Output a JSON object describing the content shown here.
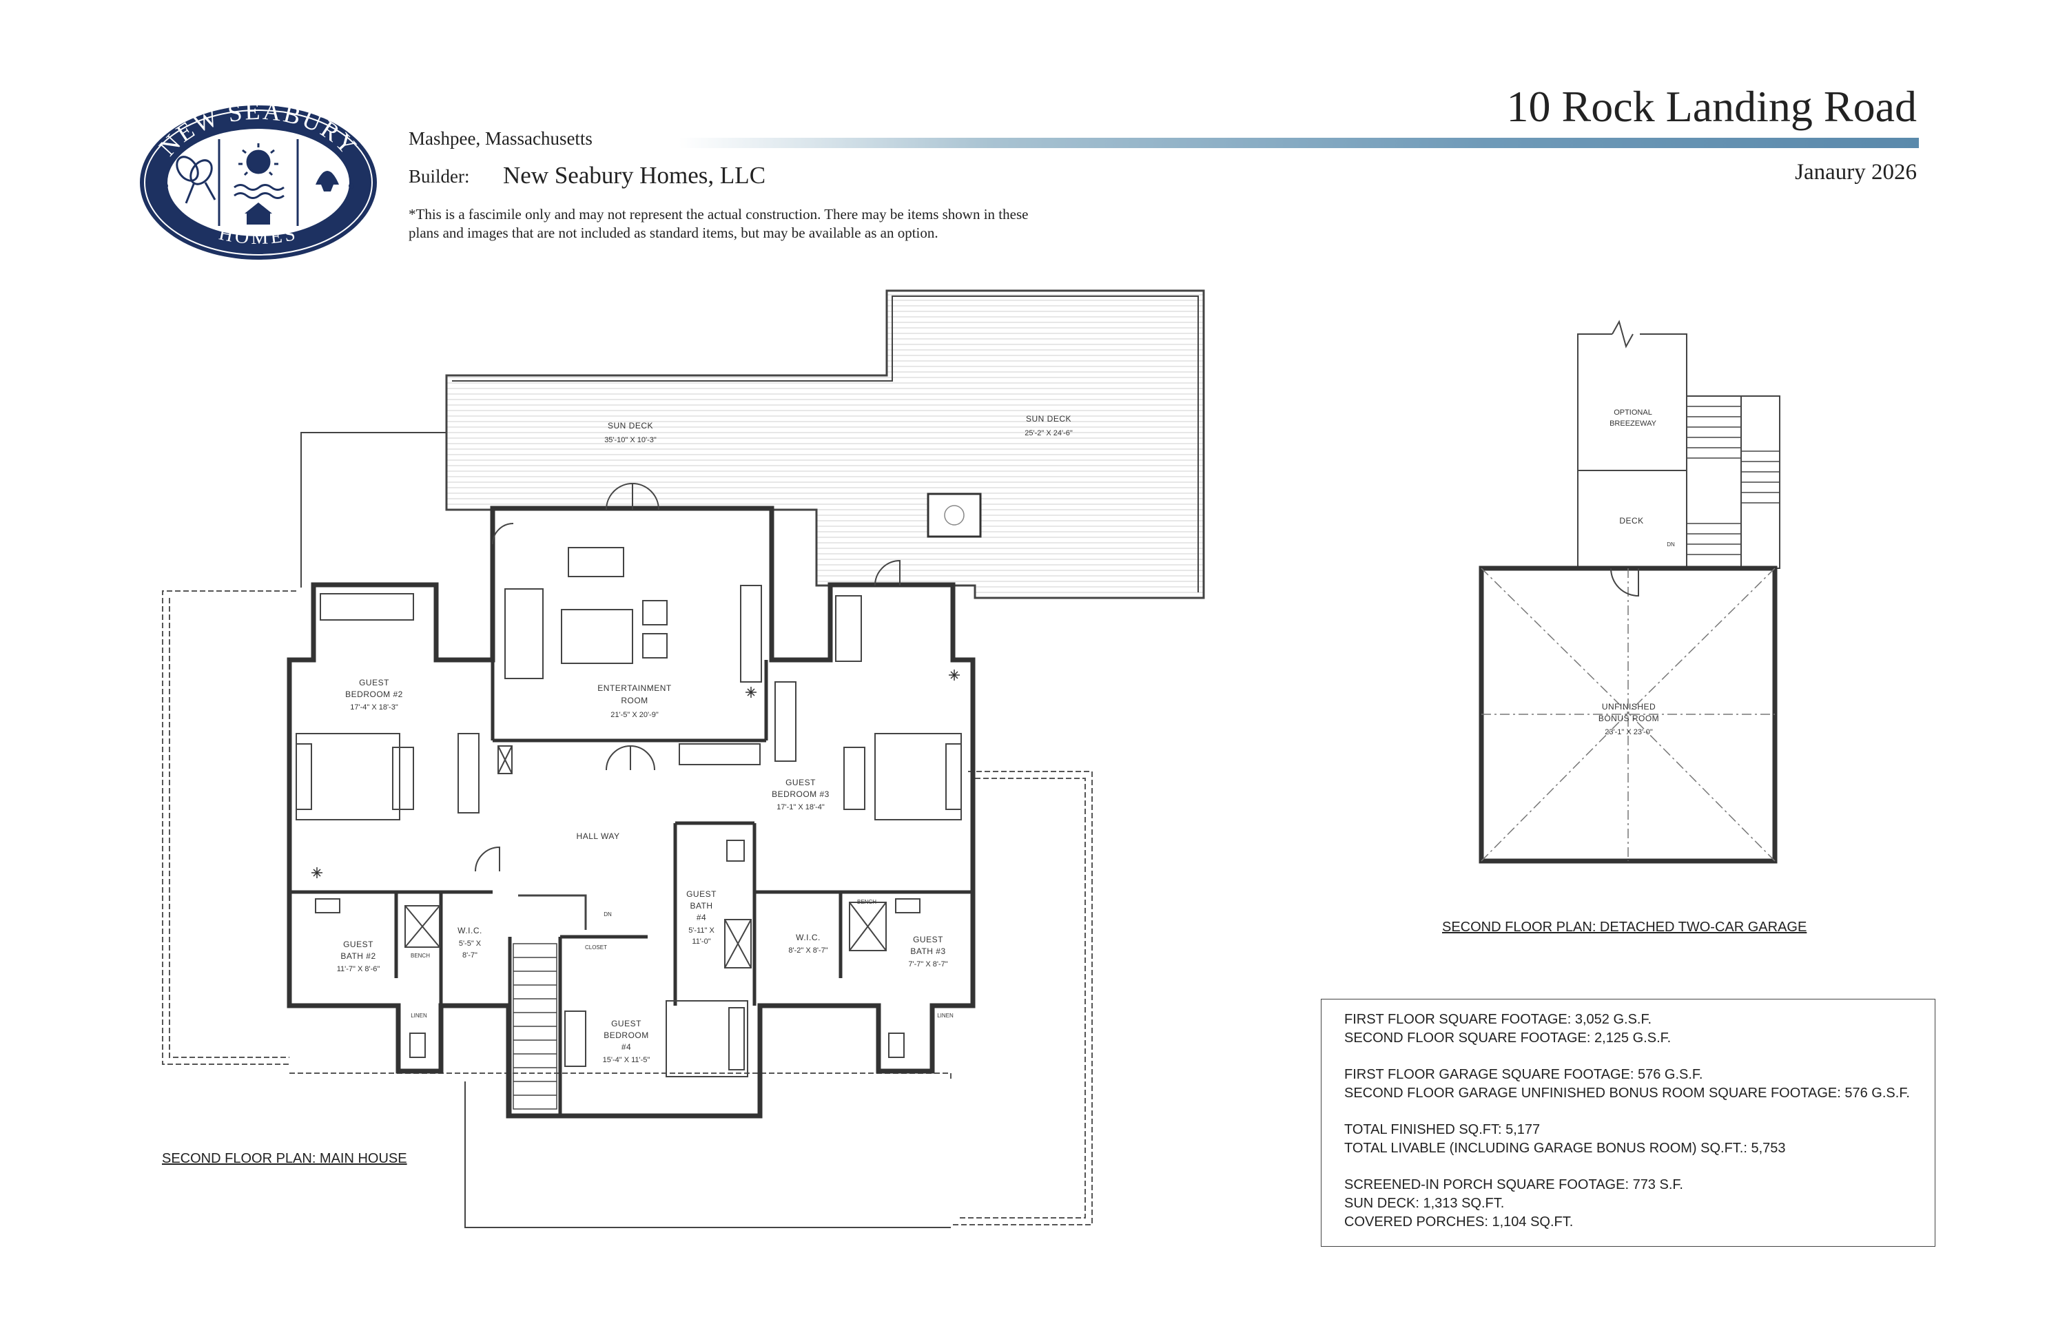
{
  "logo": {
    "top_text": "NEW SEABURY",
    "bottom_text": "HOMES",
    "colors": {
      "navy": "#1d3161",
      "white": "#ffffff"
    },
    "icons": [
      "tennis-racket-icon",
      "sun-icon",
      "waves-icon",
      "house-icon",
      "scallop-shell-icon"
    ]
  },
  "header": {
    "location": "Mashpee, Massachusetts",
    "builder_label": "Builder:",
    "builder_name": "New Seabury Homes, LLC",
    "disclaimer": "*This is a fascimile only and may not represent the actual construction. There may be items shown in these plans and images that are not included as standard items, but may be available as an option.",
    "address": "10 Rock Landing Road",
    "date": "Janaury 2026",
    "accent_color": "#6f9ab8"
  },
  "main_plan": {
    "caption": "SECOND FLOOR PLAN: MAIN HOUSE",
    "rooms": {
      "sun_deck_left": {
        "name": "SUN DECK",
        "dims": "35'-10\" X 10'-3\""
      },
      "sun_deck_right": {
        "name": "SUN DECK",
        "dims": "25'-2\" X 24'-6\""
      },
      "entertainment": {
        "name1": "ENTERTAINMENT",
        "name2": "ROOM",
        "dims": "21'-5\" X 20'-9\""
      },
      "bedroom2": {
        "name1": "GUEST",
        "name2": "BEDROOM #2",
        "dims": "17'-4\" X 18'-3\""
      },
      "bedroom3": {
        "name1": "GUEST",
        "name2": "BEDROOM #3",
        "dims": "17'-1\" X 18'-4\""
      },
      "bedroom4": {
        "name1": "GUEST",
        "name2": "BEDROOM",
        "name3": "#4",
        "dims": "15'-4\" X 11'-5\""
      },
      "hallway": {
        "name": "HALL WAY"
      },
      "bath2": {
        "name1": "GUEST",
        "name2": "BATH #2",
        "dims": "11'-7\" X 8'-6\""
      },
      "bath3": {
        "name1": "GUEST",
        "name2": "BATH #3",
        "dims": "7'-7\" X 8'-7\""
      },
      "bath4": {
        "name1": "GUEST",
        "name2": "BATH",
        "name3": "#4",
        "dims1": "5'-11\" X",
        "dims2": "11'-0\""
      },
      "wic_left": {
        "name": "W.I.C.",
        "dims1": "5'-5\" X",
        "dims2": "8'-7\""
      },
      "wic_right": {
        "name": "W.I.C.",
        "dims": "8'-2\" X 8'-7\""
      }
    },
    "small_labels": {
      "linen": "LINEN",
      "closet": "CLOSET",
      "bench": "BENCH",
      "dn": "DN"
    }
  },
  "garage_plan": {
    "caption": "SECOND FLOOR PLAN: DETACHED TWO-CAR GARAGE",
    "rooms": {
      "breezeway": {
        "name1": "OPTIONAL",
        "name2": "BREEZEWAY"
      },
      "deck": {
        "name": "DECK"
      },
      "bonus": {
        "name1": "UNFINISHED",
        "name2": "BONUS ROOM",
        "dims": "23'-1\" X 23'-0\""
      }
    },
    "small_labels": {
      "dn": "DN"
    }
  },
  "square_footage": {
    "groups": [
      [
        "FIRST FLOOR SQUARE FOOTAGE:  3,052 G.S.F.",
        "SECOND FLOOR SQUARE FOOTAGE: 2,125 G.S.F."
      ],
      [
        "FIRST FLOOR GARAGE SQUARE FOOTAGE: 576 G.S.F.",
        "SECOND FLOOR GARAGE UNFINISHED BONUS ROOM SQUARE FOOTAGE: 576 G.S.F."
      ],
      [
        "TOTAL FINISHED SQ.FT: 5,177",
        "TOTAL LIVABLE (INCLUDING GARAGE BONUS ROOM) SQ.FT.: 5,753"
      ],
      [
        "SCREENED-IN PORCH SQUARE FOOTAGE: 773 S.F.",
        "SUN DECK: 1,313 SQ.FT.",
        "COVERED PORCHES: 1,104 SQ.FT."
      ]
    ]
  }
}
